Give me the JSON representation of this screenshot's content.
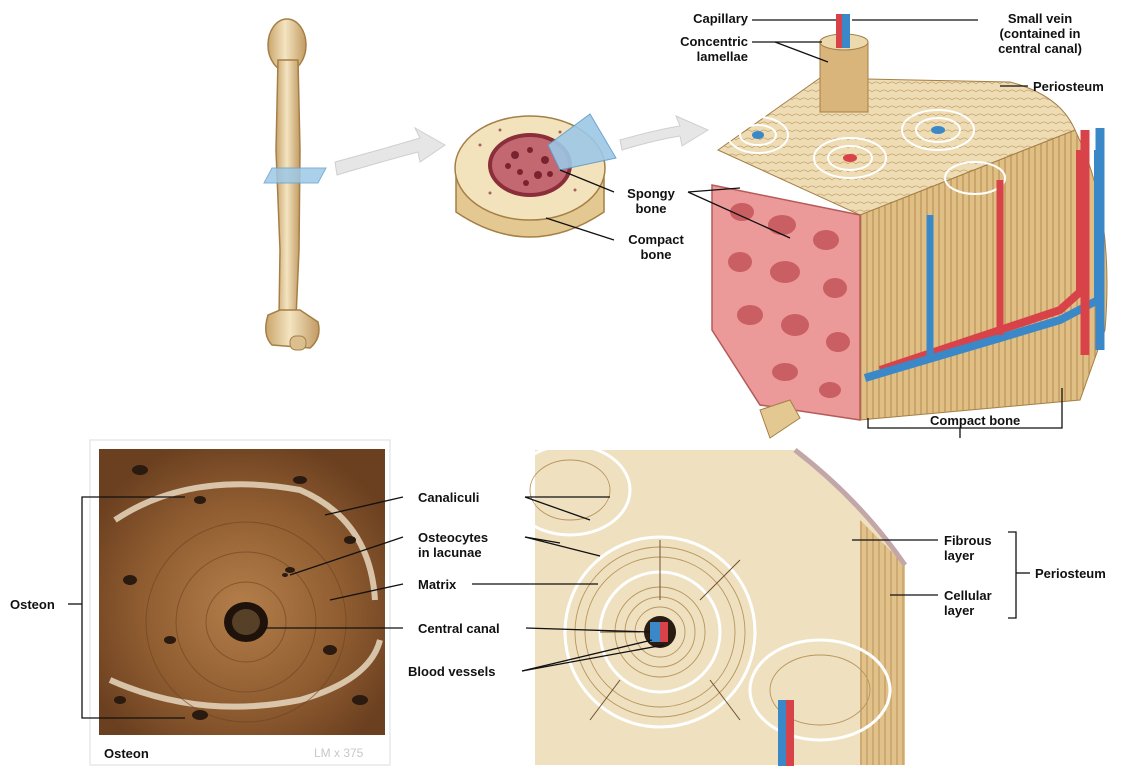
{
  "labels": {
    "capillary": "Capillary",
    "concentric_lamellae": "Concentric\nlamellae",
    "small_vein": "Small vein\n(contained in\ncentral canal)",
    "periosteum_top": "Periosteum",
    "spongy_bone": "Spongy\nbone",
    "compact_bone_section": "Compact\nbone",
    "compact_bone_block": "Compact bone",
    "canaliculi": "Canaliculi",
    "osteocytes": "Osteocytes\nin lacunae",
    "matrix": "Matrix",
    "central_canal": "Central canal",
    "blood_vessels": "Blood vessels",
    "osteon_left": "Osteon",
    "osteon_caption": "Osteon",
    "micro_mark": "LM x 375",
    "fibrous_layer": "Fibrous\nlayer",
    "cellular_layer": "Cellular\nlayer",
    "periosteum_right": "Periosteum"
  },
  "colors": {
    "bone": "#e9d3a6",
    "bone_shade": "#c9a56c",
    "spongy": "#e78585",
    "vessel_red": "#d8434a",
    "vessel_blue": "#3b88c9",
    "micrograph": "#8a5a32",
    "plane": "#9dc8e6"
  }
}
